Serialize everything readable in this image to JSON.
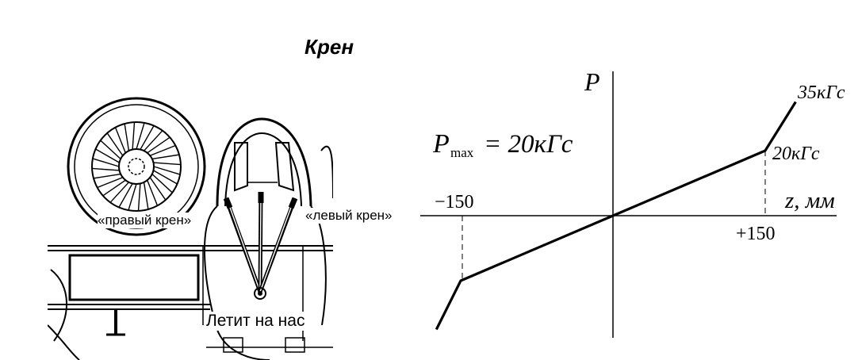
{
  "title": "Крен",
  "labels": {
    "right_roll": "«правый крен»",
    "left_roll": "«левый крен»",
    "flying_toward": "Летит на нас"
  },
  "graph": {
    "y_axis_label": "P",
    "x_axis_label": "z, мм",
    "pmax_symbol": "P",
    "pmax_subscript": "max",
    "pmax_value": "= 20кГс",
    "tick_neg": "−150",
    "tick_pos": "+150",
    "force_break": "20кГс",
    "force_end": "35кГс"
  },
  "chart_data": {
    "type": "line",
    "xlabel": "z, мм",
    "ylabel": "P",
    "series": [
      {
        "x": [
          -174,
          -150,
          0,
          150,
          180
        ],
        "y": [
          -35,
          -20,
          0,
          20,
          35
        ]
      }
    ],
    "annotations": [
      "Pmax = 20кГс",
      "20кГс",
      "35кГс",
      "−150",
      "+150"
    ]
  }
}
